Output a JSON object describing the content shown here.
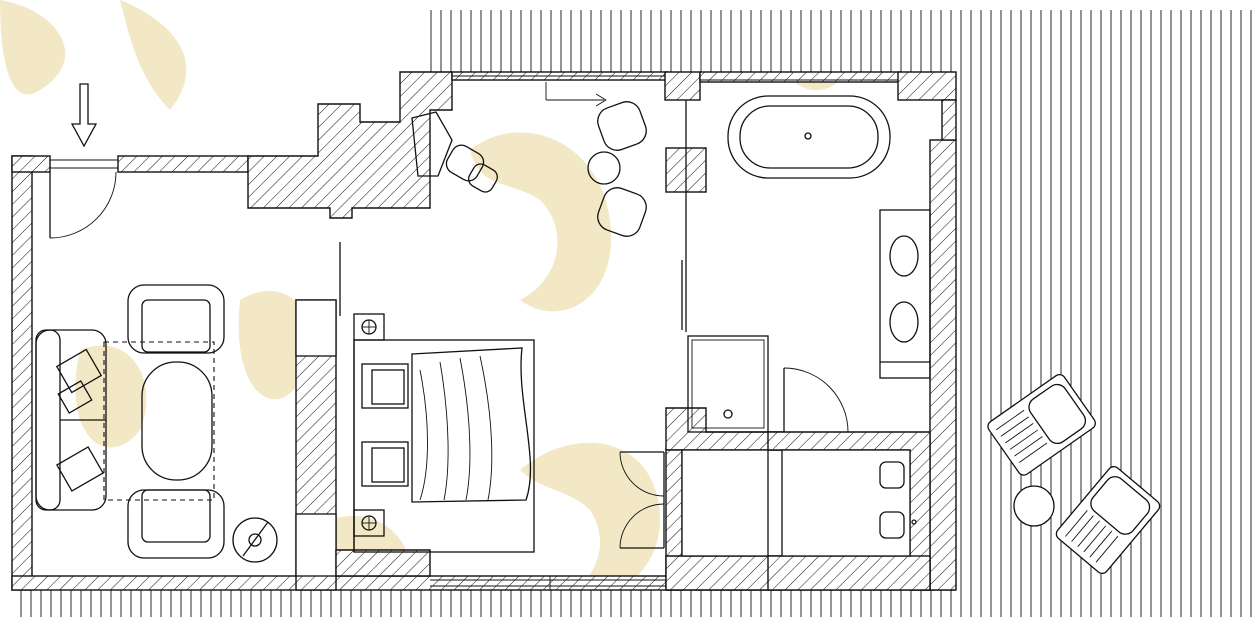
{
  "image": {
    "kind": "architectural floor plan",
    "text_labels": []
  },
  "colors": {
    "line": "#111111",
    "background": "#ffffff",
    "watermark": "#f3e8c6"
  },
  "rooms": [
    {
      "name": "living-area",
      "icon": "sofa-set"
    },
    {
      "name": "bedroom",
      "icon": "double-bed"
    },
    {
      "name": "bathroom",
      "icon": "bathtub"
    },
    {
      "name": "terrace",
      "icon": "deck-chairs"
    }
  ]
}
